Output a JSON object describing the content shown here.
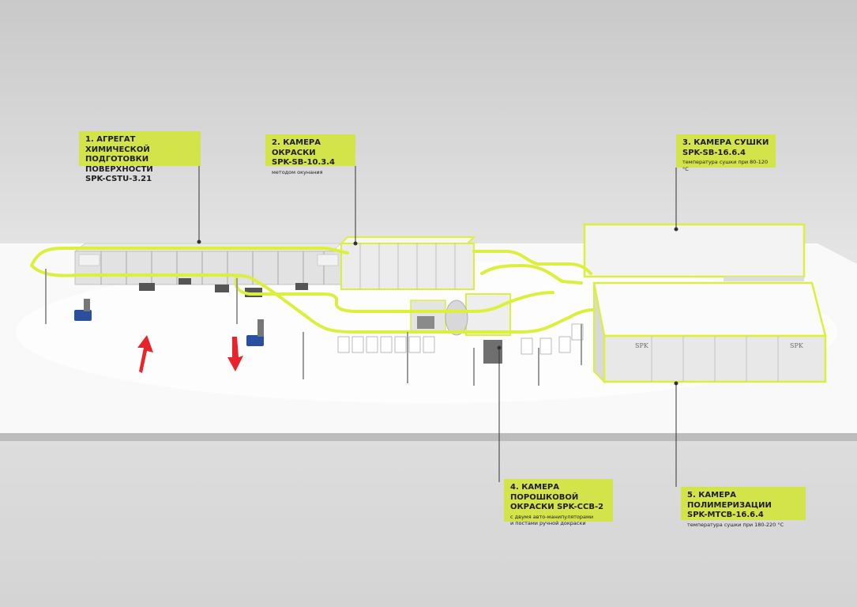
{
  "callouts": [
    {
      "id": "c1",
      "title": "1. АГРЕГАТ ХИМИЧЕСКОЙ\nПОДГОТОВКИ ПОВЕРХНОСТИ\nSPK-CSTU-3.21",
      "subtitle": ""
    },
    {
      "id": "c2",
      "title": "2. КАМЕРА ОКРАСКИ\nSPK-SB-10.3.4",
      "subtitle": "методом окунания"
    },
    {
      "id": "c3",
      "title": "3. КАМЕРА СУШКИ\nSPK-SB-16.6.4",
      "subtitle": "температура сушки при 80-120 °C"
    },
    {
      "id": "c4",
      "title": "4. КАМЕРА ПОРОШКОВОЙ\nОКРАСКИ SPK-CCB-2",
      "subtitle": "с двумя авто-манипуляторами\nи постами ручной докраски"
    },
    {
      "id": "c5",
      "title": "5. КАМЕРА ПОЛИМЕРИЗАЦИИ\nSPK-MTCB-16.6.4",
      "subtitle": "температура сушки при 180-220 °C"
    }
  ],
  "logo_text": "SPK",
  "colors": {
    "callout_bg": "#d3e34a",
    "conveyor": "#dcef3c",
    "arrow": "#e8232a",
    "floor": "#f8f8f8",
    "background": "#cfcfcf"
  }
}
